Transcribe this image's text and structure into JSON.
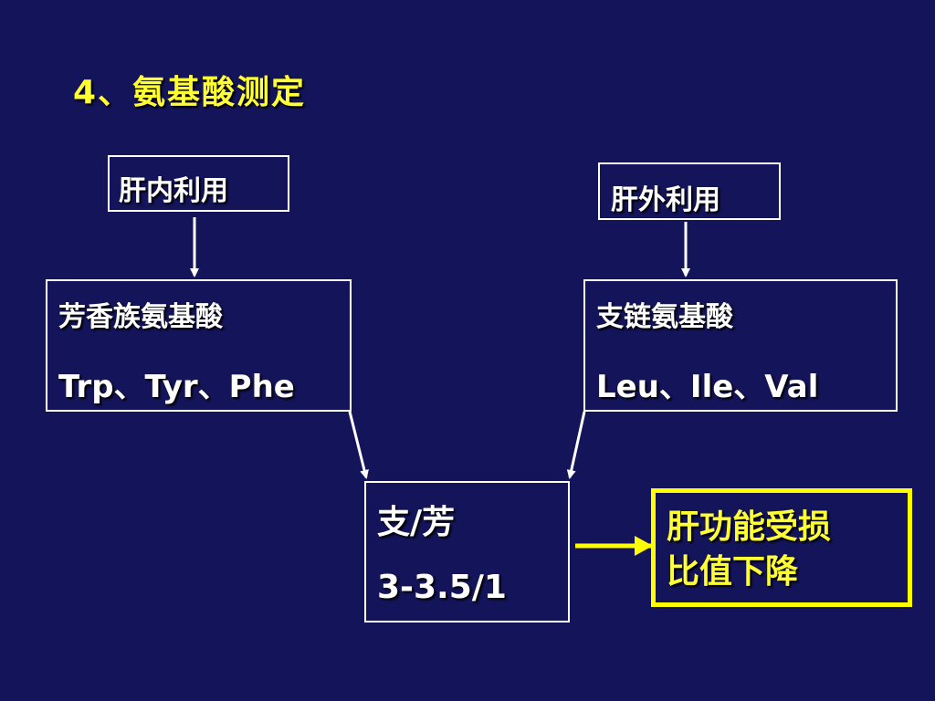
{
  "title": "4、氨基酸测定",
  "nodes": {
    "liver_internal": "肝内利用",
    "liver_external": "肝外利用",
    "aromatic": {
      "name": "芳香族氨基酸",
      "members": "Trp、Tyr、Phe"
    },
    "branched": {
      "name": "支链氨基酸",
      "members": "Leu、Ile、Val"
    },
    "ratio": {
      "label": "支/芳",
      "value": "3-3.5/1"
    },
    "liver_damage": {
      "line1": "肝功能受损",
      "line2": "比值下降"
    }
  },
  "colors": {
    "background": "#14145a",
    "title": "#ffff33",
    "box_border": "#ffffff",
    "highlight": "#ffff00"
  }
}
